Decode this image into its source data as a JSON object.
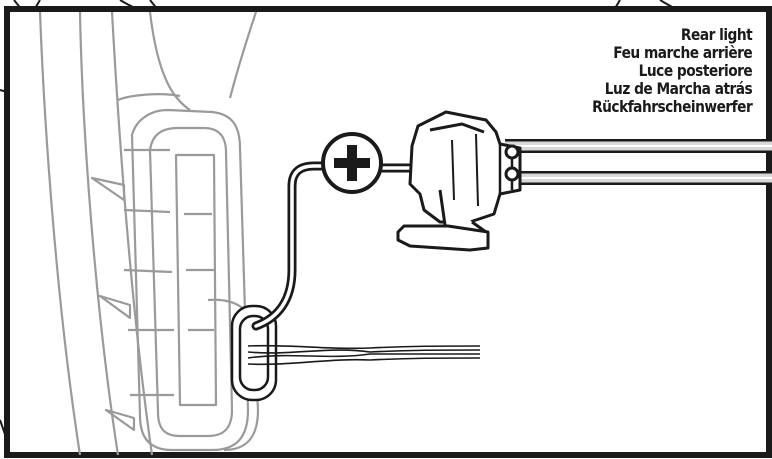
{
  "labels": {
    "lines": [
      "Rear light",
      "Feu marche arrière",
      "Luce posteriore",
      "Luz de Marcha atrás",
      "Rückfahrscheinwerfer"
    ]
  },
  "callout": {
    "symbol": "+"
  },
  "colors": {
    "frame": "#1a1a1a",
    "housing": "#9a9a9a",
    "wire": "#1a1a1a",
    "background": "#ffffff"
  }
}
